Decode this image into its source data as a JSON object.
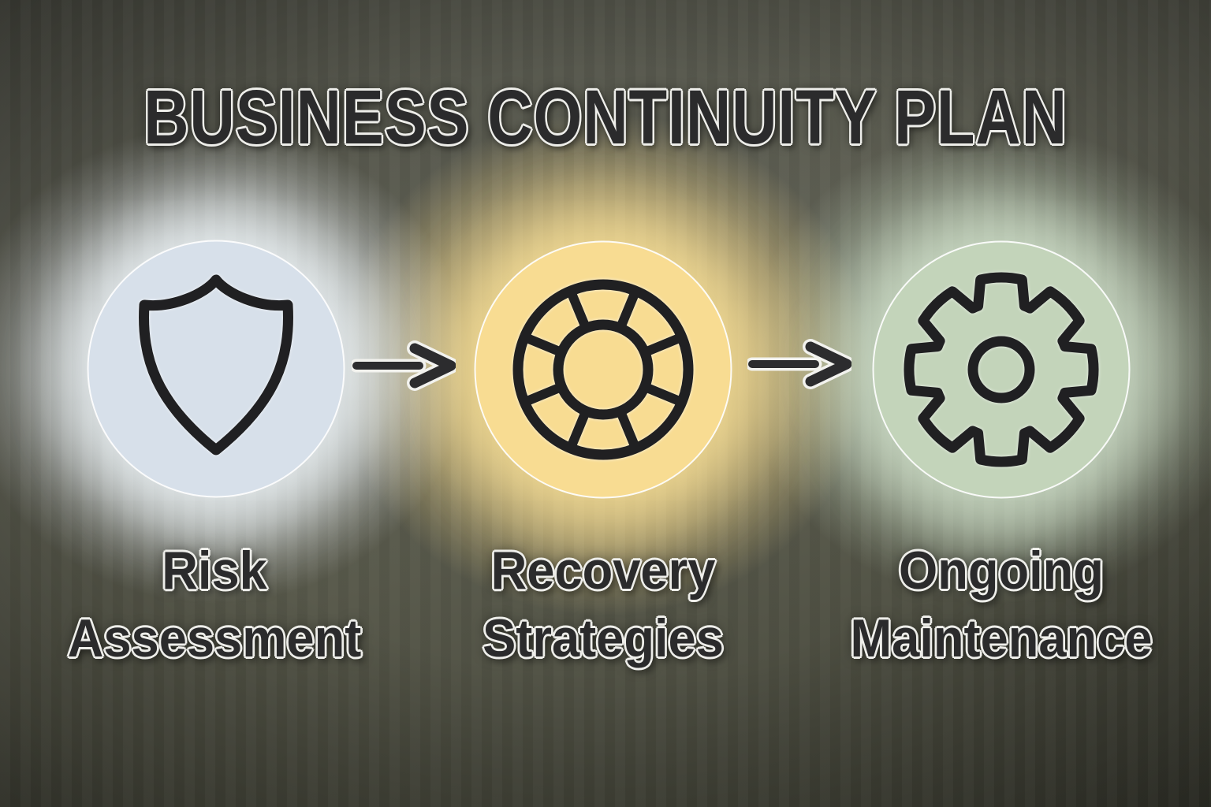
{
  "title": "BUSINESS CONTINUITY PLAN",
  "steps": [
    {
      "name": "risk-assessment",
      "label_line1": "Risk",
      "label_line2": "Assessment",
      "icon": "shield-icon",
      "circle_color": "#d7e0ea",
      "glow_color": "#f2f8fc"
    },
    {
      "name": "recovery-strategies",
      "label_line1": "Recovery",
      "label_line2": "Strategies",
      "icon": "lifebuoy-icon",
      "circle_color": "#f8dc92",
      "glow_color": "#f7de96"
    },
    {
      "name": "ongoing-maintenance",
      "label_line1": "Ongoing",
      "label_line2": "Maintenance",
      "icon": "gear-icon",
      "circle_color": "#c3d4ba",
      "glow_color": "#d6e7d0"
    }
  ],
  "arrows": [
    {
      "direction": "right"
    },
    {
      "direction": "right"
    }
  ],
  "colors": {
    "background_base": "#50514a",
    "background_corner": "#35362e",
    "text": "#2b2b2c",
    "text_outline": "#eeeeea",
    "icon_stroke": "#202022",
    "arrow_fill": "#2c2c2e",
    "arrow_outline": "#f2f2ee"
  }
}
